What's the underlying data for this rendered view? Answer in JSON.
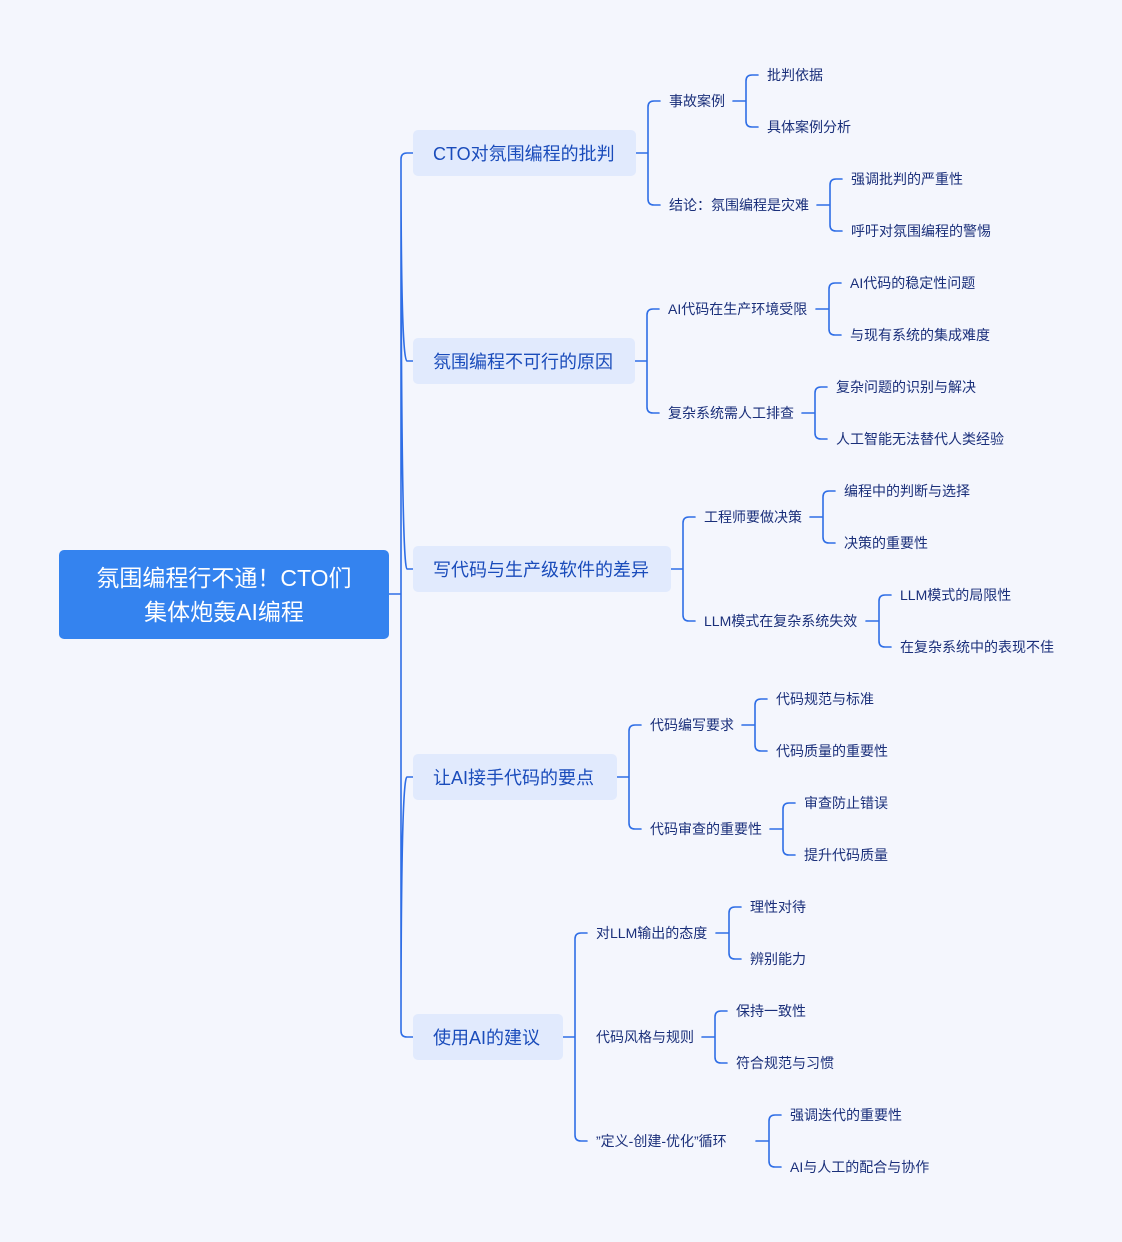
{
  "root": {
    "line1": "氛围编程行不通！CTO们",
    "line2": "集体炮轰AI编程"
  },
  "branches": [
    {
      "label": "CTO对氛围编程的批判",
      "subs": [
        {
          "label": "事故案例",
          "leaves": [
            "批判依据",
            "具体案例分析"
          ]
        },
        {
          "label": "结论：氛围编程是灾难",
          "leaves": [
            "强调批判的严重性",
            "呼吁对氛围编程的警惕"
          ]
        }
      ]
    },
    {
      "label": "氛围编程不可行的原因",
      "subs": [
        {
          "label": "AI代码在生产环境受限",
          "leaves": [
            "AI代码的稳定性问题",
            "与现有系统的集成难度"
          ]
        },
        {
          "label": "复杂系统需人工排查",
          "leaves": [
            "复杂问题的识别与解决",
            "人工智能无法替代人类经验"
          ]
        }
      ]
    },
    {
      "label": "写代码与生产级软件的差异",
      "subs": [
        {
          "label": "工程师要做决策",
          "leaves": [
            "编程中的判断与选择",
            "决策的重要性"
          ]
        },
        {
          "label": "LLM模式在复杂系统失效",
          "leaves": [
            "LLM模式的局限性",
            "在复杂系统中的表现不佳"
          ]
        }
      ]
    },
    {
      "label": "让AI接手代码的要点",
      "subs": [
        {
          "label": "代码编写要求",
          "leaves": [
            "代码规范与标准",
            "代码质量的重要性"
          ]
        },
        {
          "label": "代码审查的重要性",
          "leaves": [
            "审查防止错误",
            "提升代码质量"
          ]
        }
      ]
    },
    {
      "label": "使用AI的建议",
      "subs": [
        {
          "label": "对LLM输出的态度",
          "leaves": [
            "理性对待",
            "辨别能力"
          ]
        },
        {
          "label": "代码风格与规则",
          "leaves": [
            "保持一致性",
            "符合规范与习惯"
          ]
        },
        {
          "label": "”定义-创建-优化”循环",
          "leaves": [
            "强调迭代的重要性",
            "AI与人工的配合与协作"
          ]
        }
      ]
    }
  ],
  "colors": {
    "background": "#f4f6fd",
    "root_fill": "#3483ef",
    "branch_fill": "#e1eafd",
    "branch_text": "#1a4cbb",
    "text": "#1a2f7a",
    "line": "#2f6ee6"
  }
}
